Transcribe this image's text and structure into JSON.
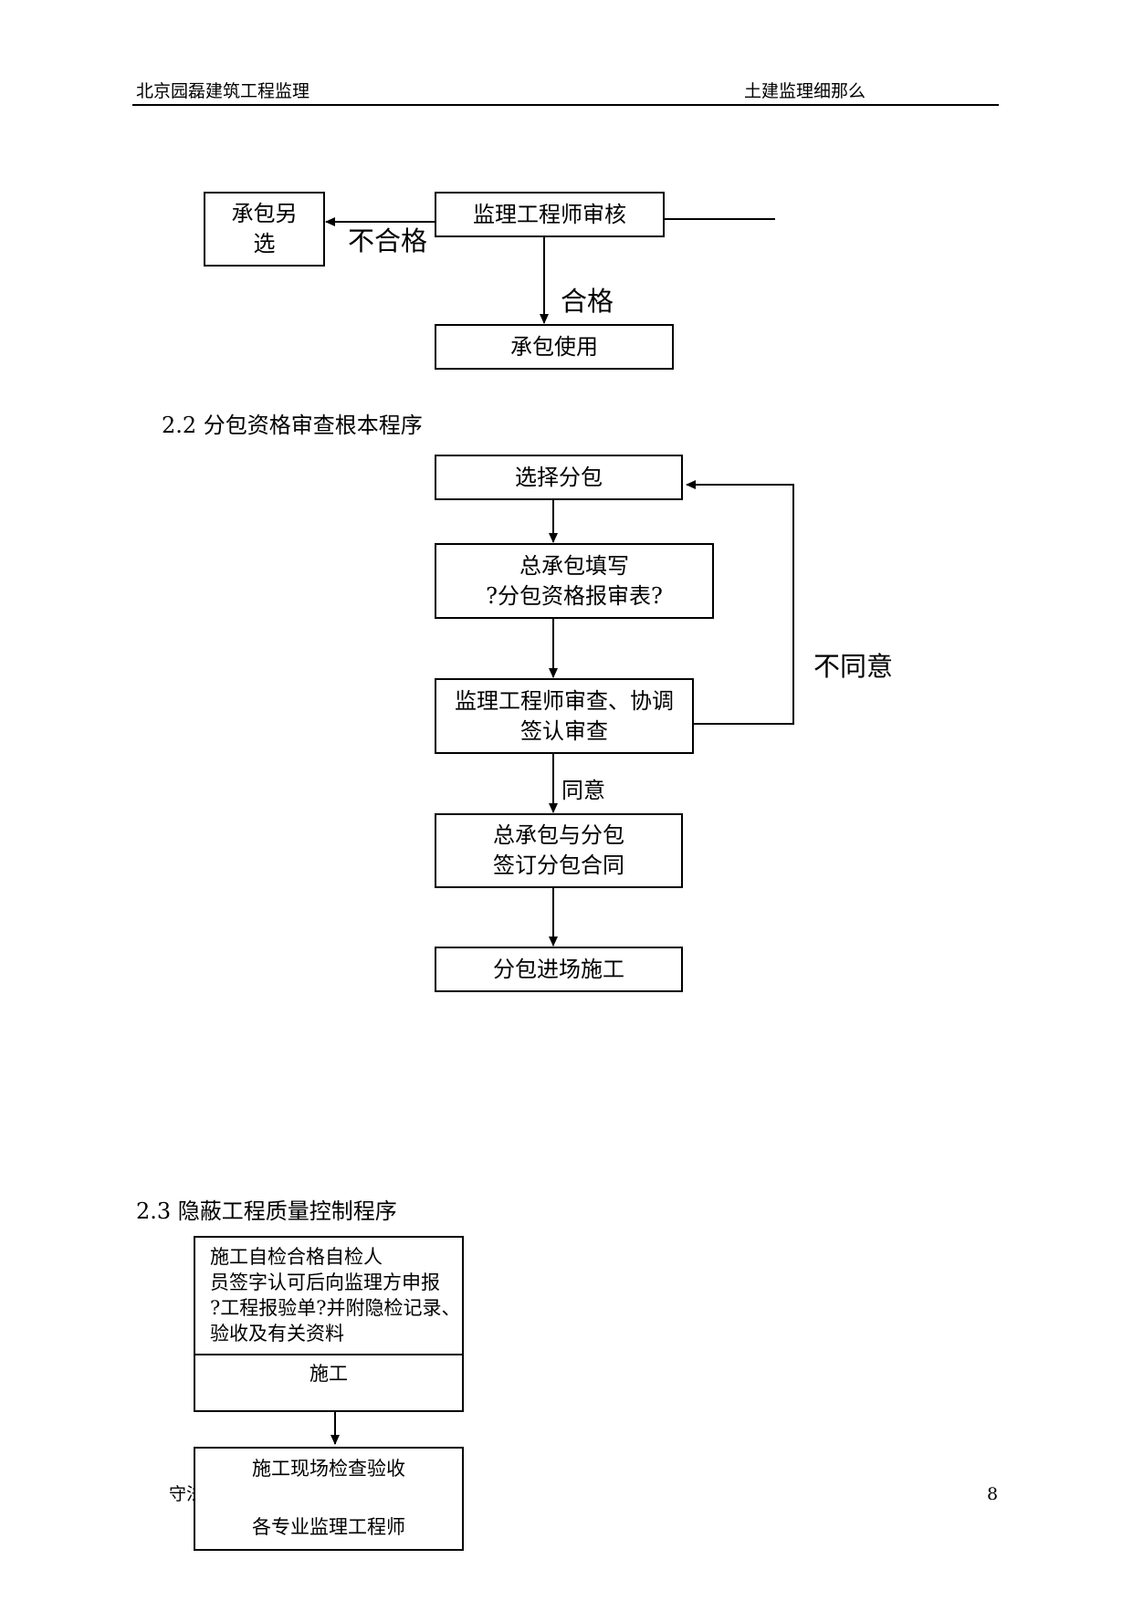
{
  "header": {
    "left": "北京园磊建筑工程监理",
    "right": "土建监理细那么"
  },
  "flow1": {
    "box_review": "监理工程师审核",
    "box_alt": [
      "承包另",
      "选"
    ],
    "label_fail": "不合格",
    "label_pass": "合格",
    "box_use": "承包使用"
  },
  "section22": {
    "title": "2.2  分包资格审查根本程序",
    "box_select": "选择分包",
    "box_fill": [
      "总承包填写",
      "?分包资格报审表?"
    ],
    "box_review": [
      "监理工程师审查、协调",
      "签认审查"
    ],
    "label_disagree": "不同意",
    "label_agree": "同意",
    "box_contract": [
      "总承包与分包",
      "签订分包合同"
    ],
    "box_enter": "分包进场施工"
  },
  "section23": {
    "title": "2.3 隐蔽工程质量控制程序",
    "box_report": [
      "施工自检合格自检人",
      "员签字认可后向监理方申报",
      "?工程报验单?并附隐检记录、",
      "验收及有关资料"
    ],
    "box_construct": "施工",
    "box_inspect_1": "施工现场检查验收",
    "box_inspect_2": "各专业监理工程师"
  },
  "footer": {
    "left_fragment": "守法",
    "page_number": "8"
  }
}
